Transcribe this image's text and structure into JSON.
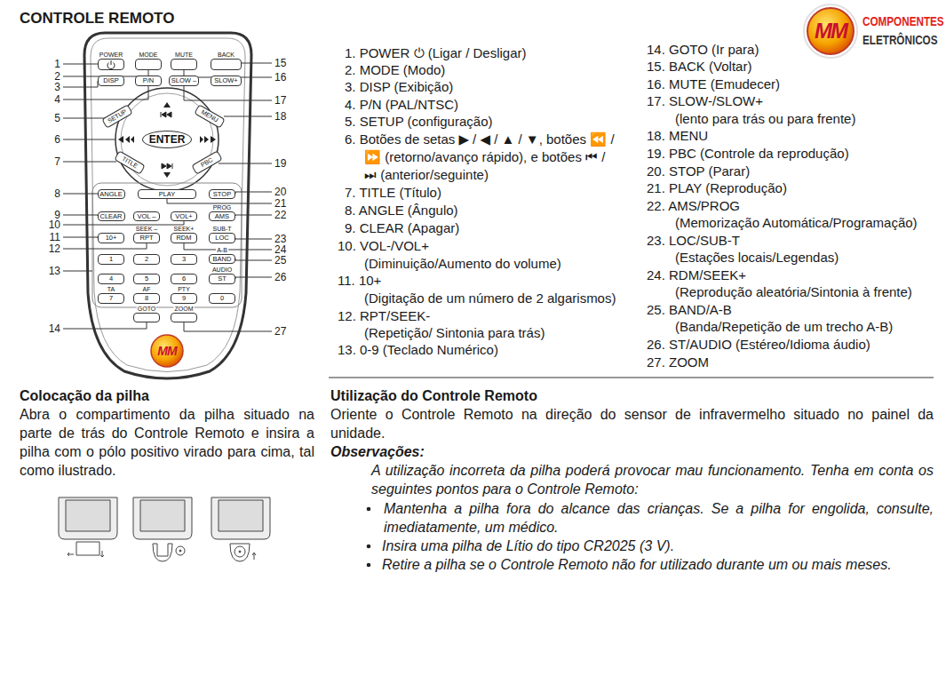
{
  "diagram": {
    "title": "CONTROLE REMOTO",
    "nodes": [
      {
        "text": [
          "POWER"
        ]
      },
      {
        "text": [
          "MODE"
        ]
      },
      {
        "text": [
          "MUTE"
        ]
      },
      {
        "text": [
          "BACK"
        ]
      },
      {
        "text": [
          "DISP"
        ]
      },
      {
        "text": [
          "P/N"
        ]
      },
      {
        "text": [
          "SLOW –"
        ]
      },
      {
        "text": [
          "SLOW+"
        ]
      },
      {
        "text": [
          "SETUP"
        ]
      },
      {
        "text": [
          "MENU"
        ]
      },
      {
        "text": [
          "ENTER"
        ]
      },
      {
        "text": [
          "TITLE"
        ]
      },
      {
        "text": [
          "PBC"
        ]
      },
      {
        "text": [
          "ANGLE"
        ]
      },
      {
        "text": [
          "PLAY"
        ]
      },
      {
        "text": [
          "STOP"
        ]
      },
      {
        "text": [
          "CLEAR"
        ]
      },
      {
        "text": [
          "VOL –"
        ]
      },
      {
        "text": [
          "VOL+"
        ]
      },
      {
        "text": [
          "PROG",
          "AMS"
        ]
      },
      {
        "text": [
          "10+"
        ]
      },
      {
        "text": [
          "SEEK –",
          "RPT"
        ]
      },
      {
        "text": [
          "SEEK+",
          "RDM"
        ]
      },
      {
        "text": [
          "SUB-T",
          "LOC"
        ]
      },
      {
        "text": [
          "1"
        ]
      },
      {
        "text": [
          "2"
        ]
      },
      {
        "text": [
          "3"
        ]
      },
      {
        "text": [
          "A-B",
          "BAND"
        ]
      },
      {
        "text": [
          "4"
        ]
      },
      {
        "text": [
          "5"
        ]
      },
      {
        "text": [
          "6"
        ]
      },
      {
        "text": [
          "AUDIO",
          "ST"
        ]
      },
      {
        "text": [
          "TA",
          "7"
        ]
      },
      {
        "text": [
          "AF",
          "8"
        ]
      },
      {
        "text": [
          "PTY",
          "9"
        ]
      },
      {
        "text": [
          "0"
        ]
      },
      {
        "text": [
          "GOTO"
        ]
      },
      {
        "text": [
          "ZOOM"
        ]
      }
    ],
    "labels": [
      "COMPONENTES",
      "ELETRÔNICOS",
      "MM",
      "1",
      "2",
      "3",
      "4",
      "5",
      "6",
      "7",
      "8",
      "9",
      "10",
      "11",
      "12",
      "13",
      "14",
      "15",
      "16",
      "17",
      "18",
      "19",
      "20",
      "21",
      "22",
      "23",
      "24",
      "25",
      "26",
      "27",
      "MM",
      "1. POWER ⏻ (Ligar / Desligar)",
      "2. MODE (Modo)",
      "3. DISP (Exibição)",
      "4. P/N (PAL/NTSC)",
      "5. SETUP (configuração)",
      "6. Botões de setas ▶ / ◀ / ▲ / ▼, botões ⏪ / ⏩ (retorno/avanço rápido), e botões ⏮ / ⏭ (anterior/seguinte)",
      "7. TITLE (Título)",
      "8. ANGLE (Ângulo)",
      "9. CLEAR (Apagar)",
      "10. VOL-/VOL+",
      "(Diminuição/Aumento do volume)",
      "11. 10+",
      "(Digitação de um número de 2 algarismos)",
      "12. RPT/SEEK-",
      "(Repetição/ Sintonia para trás)",
      "13. 0-9 (Teclado Numérico)",
      "14. GOTO (Ir para)",
      "15. BACK (Voltar)",
      "16. MUTE (Emudecer)",
      "17. SLOW-/SLOW+",
      "(lento para trás ou para frente)",
      "18. MENU",
      "19. PBC (Controle da reprodução)",
      "20. STOP (Parar)",
      "21. PLAY (Reprodução)",
      "22. AMS/PROG",
      "(Memorização Automática/Programação)",
      "23. LOC/SUB-T",
      "(Estações locais/Legendas)",
      "24. RDM/SEEK+",
      "(Reprodução aleatória/Sintonia à frente)",
      "25. BAND/A-B",
      "(Banda/Repetição de um trecho A-B)",
      "26. ST/AUDIO (Estéreo/Idioma áudio)",
      "27. ZOOM",
      "Colocação da pilha",
      "Abra o compartimento da pilha situado na parte de trás do Controle Remoto e insira a pilha com o pólo positivo virado para cima, tal como ilustrado.",
      "Utilização do Controle Remoto",
      "Oriente o Controle Remoto na direção do sensor de infravermelho situado no painel da unidade.",
      "Observações:",
      "A utilização incorreta da pilha poderá provocar mau funcionamento. Tenha em conta os seguintes pontos para o Controle Remoto:",
      "Mantenha a pilha fora do alcance das crianças. Se a pilha for engolida, consulte, imediatamente, um médico.",
      "Insira uma pilha de Lítio do tipo CR2025 (3 V).",
      "Retire a pilha se o Controle Remoto não for utilizado durante um ou mais meses."
    ]
  }
}
